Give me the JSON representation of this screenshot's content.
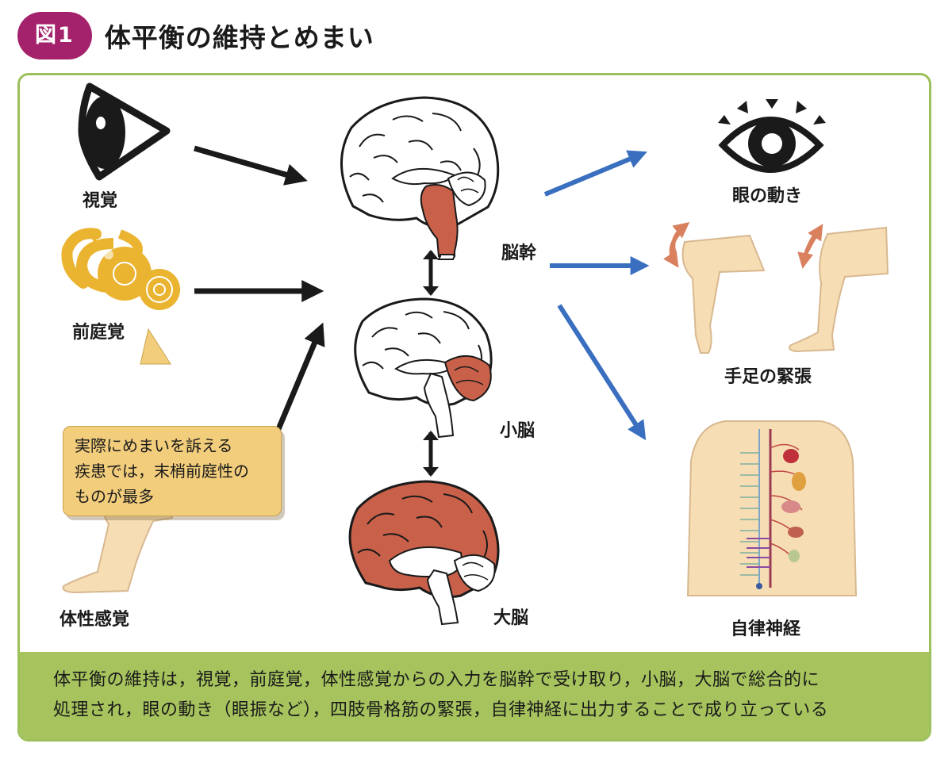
{
  "header": {
    "badge": "図1",
    "title": "体平衡の維持とめまい"
  },
  "inputs": {
    "vision": "視覚",
    "vestibular": "前庭覚",
    "somatosensory": "体性感覚"
  },
  "note": {
    "lines": [
      "実際にめまいを訴える",
      "疾患では，末梢前庭性の",
      "ものが最多"
    ]
  },
  "brain": {
    "brainstem": "脳幹",
    "cerebellum": "小脳",
    "cerebrum": "大脳"
  },
  "outputs": {
    "eye_movement": "眼の動き",
    "limb_tension": "手足の緊張",
    "autonomic": "自律神経"
  },
  "caption": {
    "line1": "体平衡の維持は，視覚，前庭覚，体性感覚からの入力を脳幹で受け取り，小脳，大脳で総合的に",
    "line2": "処理され，眼の動き（眼振など），四肢骨格筋の緊張，自律神経に出力することで成り立っている"
  },
  "colors": {
    "badge": "#a3226b",
    "border": "#9cc05a",
    "caption_band": "#a6c35d",
    "highlight": "#c9614a",
    "output_arrow": "#3a6fc0",
    "input_arrow": "#1a1a1a",
    "skin": "#f6ddb4",
    "ear": "#eab431",
    "note_bg": "#f2cd7c"
  }
}
